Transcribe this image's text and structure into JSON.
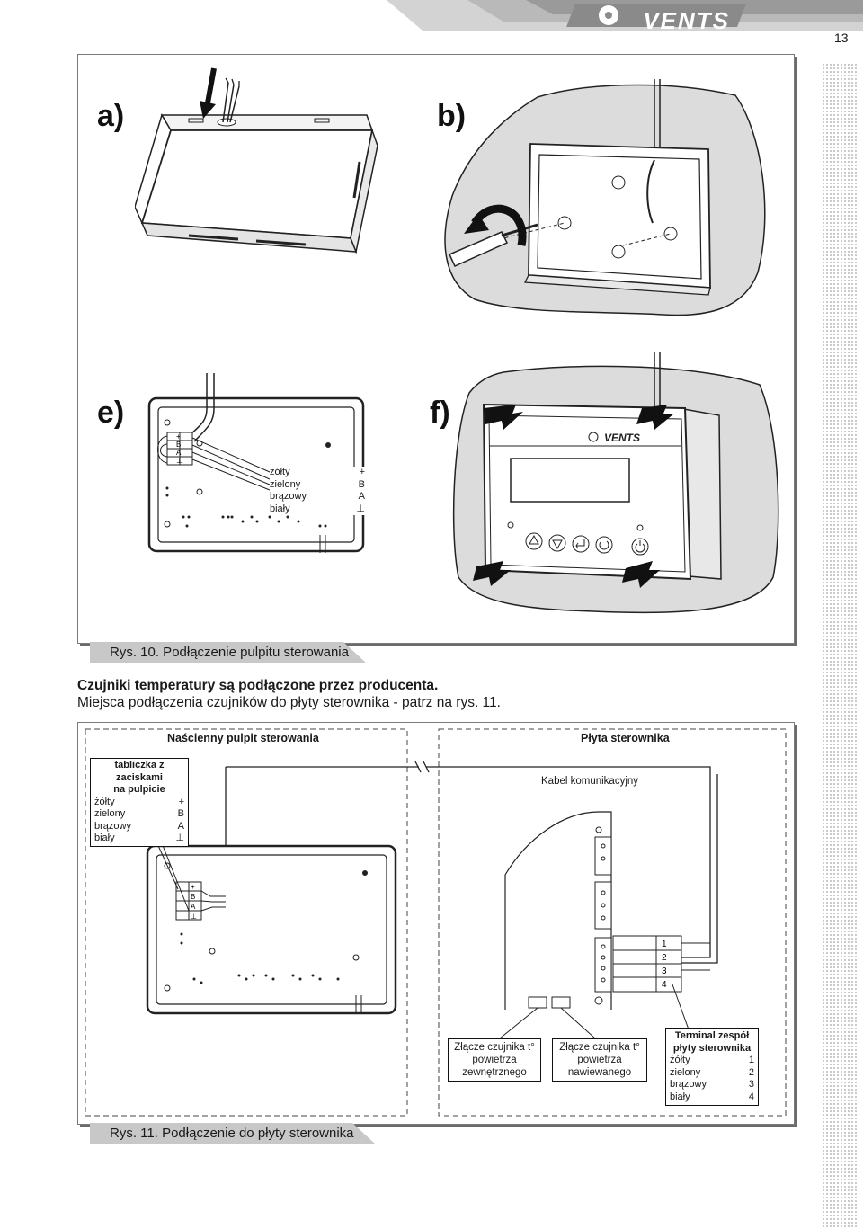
{
  "header": {
    "brand": "VENTS",
    "page_number": "13"
  },
  "figure10": {
    "labels": {
      "a": "a)",
      "b": "b)",
      "e": "e)",
      "f": "f)"
    },
    "terminal_letters": [
      "+",
      "B",
      "A",
      "⊥"
    ],
    "wire_legend": [
      {
        "color": "żółty",
        "terminal": "+"
      },
      {
        "color": "zielony",
        "terminal": "B"
      },
      {
        "color": "brązowy",
        "terminal": "A"
      },
      {
        "color": "biały",
        "terminal": "⊥"
      }
    ],
    "caption": "Rys. 10. Podłączenie pulpitu sterowania"
  },
  "notes": {
    "line1": "Czujniki temperatury są podłączone przez producenta.",
    "line2": "Miejsca podłączenia czujników do płyty sterownika - patrz na rys. 11."
  },
  "figure11": {
    "left_title": "Naścienny pulpit sterowania",
    "right_title": "Płyta sterownika",
    "plate": {
      "title_line1": "tabliczka z zaciskami",
      "title_line2": "na pulpicie",
      "rows": [
        {
          "color": "żółty",
          "terminal": "+"
        },
        {
          "color": "zielony",
          "terminal": "B"
        },
        {
          "color": "brązowy",
          "terminal": "A"
        },
        {
          "color": "biały",
          "terminal": "⊥"
        }
      ]
    },
    "cable_label": "Kabel komunikacyjny",
    "terminal_numbers": [
      "1",
      "2",
      "3",
      "4"
    ],
    "sensor_outdoor": {
      "line1": "Złącze czujnika t°",
      "line2": "powietrza zewnętrznego"
    },
    "sensor_supply": {
      "line1": "Złącze czujnika t°",
      "line2": "powietrza nawiewanego"
    },
    "terminal_group": {
      "title_line1": "Terminal zespół",
      "title_line2": "płyty sterownika",
      "rows": [
        {
          "color": "żółty",
          "number": "1"
        },
        {
          "color": "zielony",
          "number": "2"
        },
        {
          "color": "brązowy",
          "number": "3"
        },
        {
          "color": "biały",
          "number": "4"
        }
      ]
    },
    "caption": "Rys. 11. Podłączenie do płyty sterownika"
  }
}
